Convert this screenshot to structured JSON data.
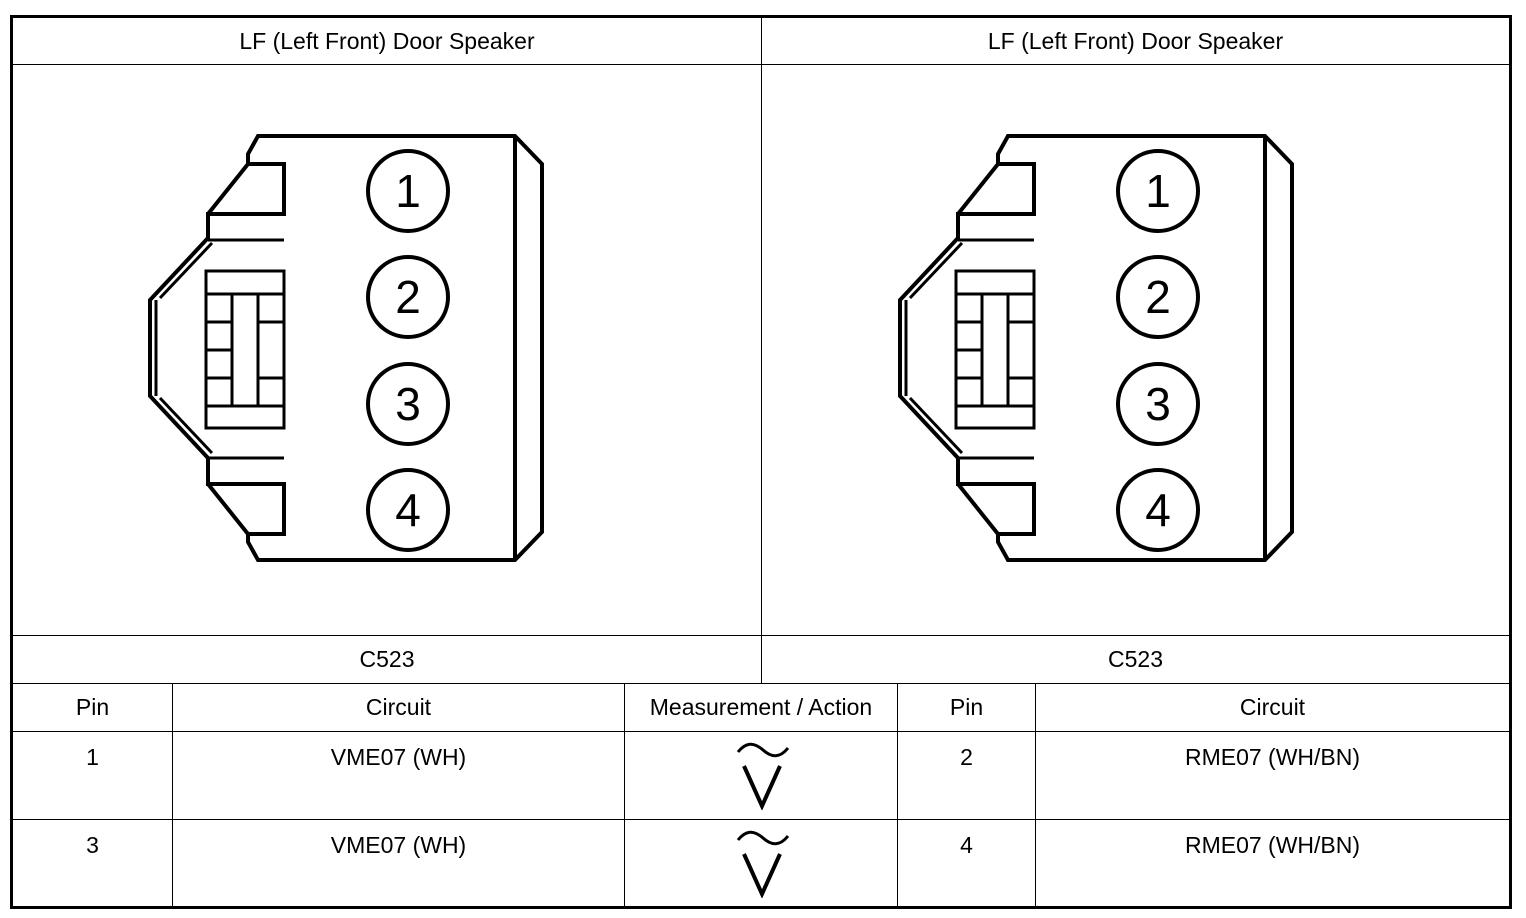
{
  "panels": [
    {
      "title": "LF (Left Front) Door Speaker",
      "connector_id": "C523",
      "pins": [
        "1",
        "2",
        "3",
        "4"
      ]
    },
    {
      "title": "LF (Left Front) Door Speaker",
      "connector_id": "C523",
      "pins": [
        "1",
        "2",
        "3",
        "4"
      ]
    }
  ],
  "table": {
    "headers": [
      "Pin",
      "Circuit",
      "Measurement / Action",
      "Pin",
      "Circuit"
    ],
    "rows": [
      {
        "pin_a": "1",
        "circuit_a": "VME07 (WH)",
        "measurement": "ac-voltage-icon",
        "pin_b": "2",
        "circuit_b": "RME07 (WH/BN)"
      },
      {
        "pin_a": "3",
        "circuit_a": "VME07 (WH)",
        "measurement": "ac-voltage-icon",
        "pin_b": "4",
        "circuit_b": "RME07 (WH/BN)"
      }
    ]
  }
}
